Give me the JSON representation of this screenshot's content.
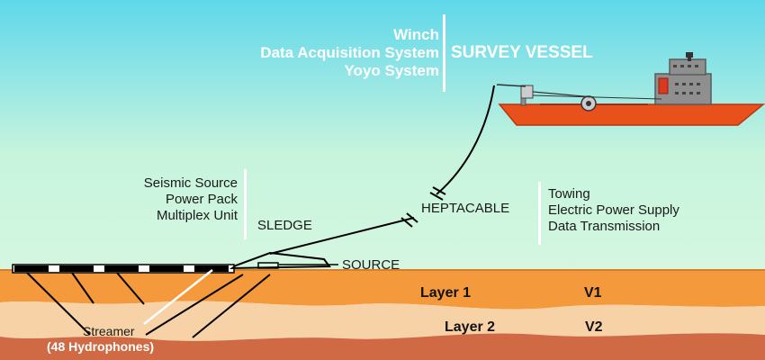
{
  "vessel_panel": {
    "equipment_lines": [
      "Winch",
      "Data Acquisition System",
      "Yoyo System"
    ],
    "title": "SURVEY VESSEL"
  },
  "sledge_panel": {
    "equipment_lines": [
      "Seismic Source",
      "Power Pack",
      "Multiplex Unit"
    ],
    "sledge_label": "SLEDGE",
    "source_label": "SOURCE"
  },
  "cable_panel": {
    "cable_label": "HEPTACABLE",
    "function_lines": [
      "Towing",
      "Electric Power Supply",
      "Data Transmission"
    ]
  },
  "subsurface": {
    "layer1_label": "Layer 1",
    "layer1_velocity": "V1",
    "layer2_label": "Layer 2",
    "layer2_velocity": "V2"
  },
  "streamer": {
    "label": "Streamer",
    "sublabel": "(48 Hydrophones)"
  },
  "colors": {
    "sky": "#5ed8ea",
    "water": "#c6f4dc",
    "layer1": "#f49a3c",
    "layer2": "#f7d2a6",
    "layer3": "#cf6a45",
    "hull": "#e8501c",
    "superstructure": "#8f8f8f",
    "funnel": "#d9391f"
  }
}
